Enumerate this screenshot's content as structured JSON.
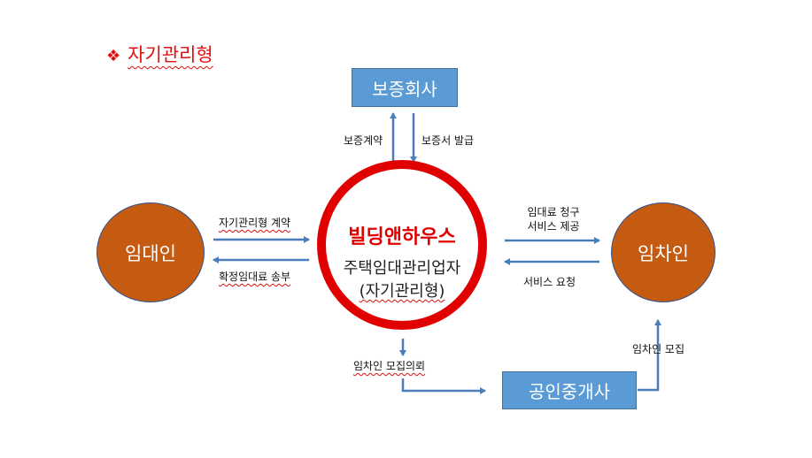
{
  "title": {
    "bullet": "❖",
    "text": "자기관리형"
  },
  "nodes": {
    "guarantee_company": "보증회사",
    "lessor": "임대인",
    "tenant": "임차인",
    "broker": "공인중개사",
    "center": {
      "company": "빌딩앤하우스",
      "line1": "주택임대관리업자",
      "line2": "(자기관리형)"
    }
  },
  "edges": {
    "guarantee_contract": "보증계약",
    "guarantee_issue": "보증서 발급",
    "self_managed_contract": "자기관리형 계약",
    "rent_remit": "확정임대료 송부",
    "rent_claim_line1": "임대료 청구",
    "rent_claim_line2": "서비스 제공",
    "service_request": "서비스 요청",
    "tenant_recruit_request": "임차인 모집의뢰",
    "tenant_recruit": "임차인 모집"
  },
  "colors": {
    "title": "#e01010",
    "box_fill": "#5b9bd5",
    "circle_fill": "#c55a11",
    "center_ring": "#e00000",
    "arrow": "#4a7ebb"
  }
}
